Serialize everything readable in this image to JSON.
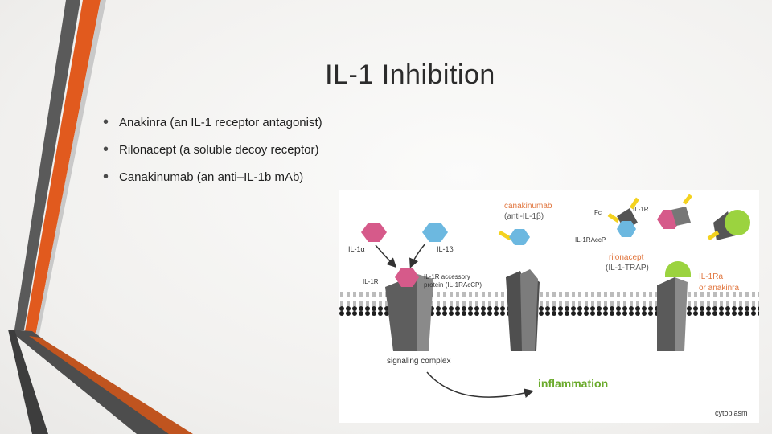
{
  "slide": {
    "title": "IL-1 Inhibition",
    "bullets": [
      "Anakinra (an IL-1 receptor antagonist)",
      "Rilonacept (a soluble decoy receptor)",
      "Canakinumab (an anti–IL-1b mAb)"
    ]
  },
  "diagram": {
    "labels": {
      "canakinumab": "canakinumab",
      "anti_il1b": "(anti-IL-1β)",
      "fc": "Fc",
      "il1r_top": "IL-1R",
      "il1raccp": "IL-1RAccP",
      "il1a": "IL-1α",
      "il1b": "IL-1β",
      "il1r": "IL-1R",
      "accessory_1": "IL-1R accessory",
      "accessory_2": "protein (IL-1RAcCP)",
      "rilonacept": "rilonacept",
      "il1trap": "(IL-1-TRAP)",
      "il1ra": "IL-1Ra",
      "or_anakinra": "or anakinra",
      "signaling_complex": "signaling complex",
      "inflammation": "inflammation",
      "cytoplasm": "cytoplasm"
    },
    "colors": {
      "pink": "#d65a8a",
      "blue": "#6cb8e0",
      "green": "#9bd33f",
      "yellow": "#f4d21f",
      "orange_label": "#e0743c",
      "inflammation_green": "#6aaa2b",
      "receptor_gray": "#6b6b6b"
    }
  },
  "theme": {
    "accent_orange": "#e15a1e",
    "accent_gray": "#595959"
  }
}
